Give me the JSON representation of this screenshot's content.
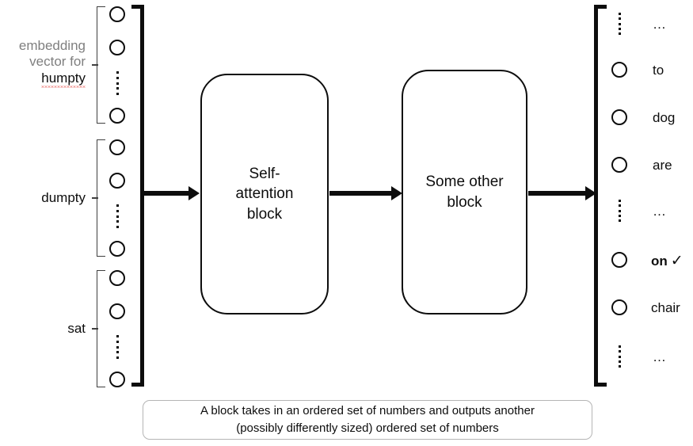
{
  "figure": {
    "title": "Transformer block data flow diagram",
    "accent_color": "#0d0d0d",
    "muted_color": "#7f7f7f",
    "spellcheck_color": "#e53935"
  },
  "input_column": {
    "groups": [
      {
        "id": "humpty",
        "label_prefix": "embedding\nvector for",
        "label_word": "humpty",
        "has_spellcheck_underline": true,
        "units": [
          "circle",
          "circle",
          "dots",
          "circle"
        ]
      },
      {
        "id": "dumpty",
        "label_prefix": "",
        "label_word": "dumpty",
        "has_spellcheck_underline": false,
        "units": [
          "circle",
          "circle",
          "dots",
          "circle"
        ]
      },
      {
        "id": "sat",
        "label_prefix": "",
        "label_word": "sat",
        "has_spellcheck_underline": false,
        "units": [
          "circle",
          "circle",
          "dots",
          "circle"
        ]
      }
    ]
  },
  "blocks": [
    {
      "id": "self-attention",
      "label": "Self-\nattention\nblock"
    },
    {
      "id": "some-other",
      "label": "Some other\nblock"
    }
  ],
  "arrows": [
    {
      "id": "input-to-self-attention"
    },
    {
      "id": "self-attention-to-some-other"
    },
    {
      "id": "some-other-to-output"
    }
  ],
  "output_column": {
    "rows": [
      {
        "kind": "dots",
        "label": "…",
        "selected": false
      },
      {
        "kind": "circle",
        "label": "to",
        "selected": false
      },
      {
        "kind": "circle",
        "label": "dog",
        "selected": false
      },
      {
        "kind": "circle",
        "label": "are",
        "selected": false
      },
      {
        "kind": "dots",
        "label": "…",
        "selected": false
      },
      {
        "kind": "circle",
        "label": "on",
        "selected": true,
        "check": "✓"
      },
      {
        "kind": "circle",
        "label": "chair",
        "selected": false
      },
      {
        "kind": "dots",
        "label": "…",
        "selected": false
      }
    ]
  },
  "caption": {
    "line1": "A block takes in an ordered set of numbers and outputs another",
    "line2": "(possibly differently sized) ordered set of numbers"
  }
}
